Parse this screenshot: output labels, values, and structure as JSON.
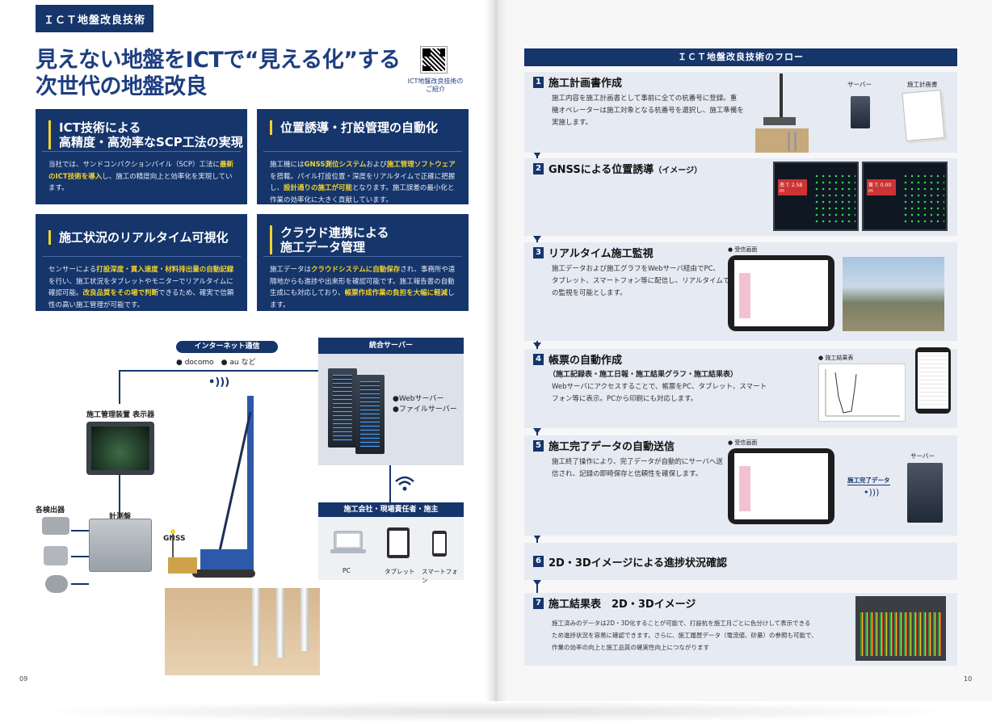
{
  "left": {
    "tag": "ＩＣＴ地盤改良技術",
    "headline": [
      "見えない地盤をICTで“見える化”する",
      "次世代の地盤改良"
    ],
    "qr_caption": [
      "ICT地盤改良技術の",
      "ご紹介"
    ],
    "boxes": [
      {
        "title": [
          "ICT技術による",
          "高精度・高効率なSCP工法の実現"
        ],
        "body": [
          [
            "当社では、サンドコンパクションパイル（SCP）工法に",
            ""
          ],
          [
            "最新のICT",
            "hl"
          ],
          [
            "技術を導入",
            "hl"
          ],
          [
            "し、施工の精度向上と効率化を実現しています。",
            ""
          ]
        ]
      },
      {
        "title": [
          "位置誘導・打設管理の自動化"
        ],
        "body": [
          [
            "施工機には",
            ""
          ],
          [
            "GNSS測位システム",
            "hl"
          ],
          [
            "および",
            ""
          ],
          [
            "施工管理ソフトウェア",
            "hl"
          ],
          [
            "を搭載。パイル打設位置・深度をリアルタイムで正確に把握し、",
            ""
          ],
          [
            "設計通りの施工が可能",
            "hl"
          ],
          [
            "となります。施工誤差の最小化と作業の効率化に大きく貢献しています。",
            ""
          ]
        ]
      },
      {
        "title": [
          "施工状況のリアルタイム可視化"
        ],
        "body": [
          [
            "センサーによる",
            ""
          ],
          [
            "打設深度・貫入速度・材料排出量の自動記録",
            "hl"
          ],
          [
            "を行い、施工状況をタブレットやモニターでリアルタイムに確認可能。",
            ""
          ],
          [
            "改良品質をその場で判断",
            "hl"
          ],
          [
            "できるため、確実で信頼性の高い施工管理が可能です。",
            ""
          ]
        ]
      },
      {
        "title": [
          "クラウド連携による",
          "施工データ管理"
        ],
        "body": [
          [
            "施工データは",
            ""
          ],
          [
            "クラウドシステムに自動保存",
            "hl"
          ],
          [
            "され、事務所や遠隔地からも進捗や出来形を確認可能です。施工報告書の自動生成にも対応しており、",
            ""
          ],
          [
            "帳票作成作業の負担を大幅に軽減",
            "hl"
          ],
          [
            "します。",
            ""
          ]
        ]
      }
    ],
    "diagram": {
      "internet_label": "インターネット通信",
      "carriers": "● docomo　● au など",
      "server_header": "統合サーバー",
      "server_items": [
        "●Webサーバー",
        "●ファイルサーバー"
      ],
      "display_label": "施工管理装置 表示器",
      "detectors_label": "各検出器",
      "meter_label": "計測盤",
      "gnss_label": "GNSS",
      "devices_header": "施工会社・現場責任者・施主",
      "devices": [
        "PC",
        "タブレット",
        "スマートフォン"
      ]
    },
    "page_number": "09"
  },
  "right": {
    "flow_header": "ＩＣＴ地盤改良技術のフロー",
    "steps": [
      {
        "num": "1",
        "title": "施工計画書作成",
        "desc": [
          "施工内容を施工計画書として事前に全ての杭番号に登録。重",
          "機オペレーターは施工対象となる杭番号を選択し、施工準備を",
          "実施します。"
        ],
        "labels": [
          "サーバー",
          "施工計画書"
        ]
      },
      {
        "num": "2",
        "title": "GNSSによる位置誘導",
        "title_small": "（イメージ）",
        "desc": [],
        "screens": [
          "南 T: 2.58 m",
          "東 T: 0.00 m"
        ]
      },
      {
        "num": "3",
        "title": "リアルタイム施工監視",
        "desc": [
          "施工データおよび施工グラフをWebサーバ経由でPC、",
          "タブレット、スマートフォン等に配信し、リアルタイムで",
          "の監視を可能とします。"
        ],
        "labels": [
          "● 受信画面"
        ]
      },
      {
        "num": "4",
        "title": "帳票の自動作成",
        "subtitle": "（施工記録表・施工日報・施工結果グラフ・施工結果表）",
        "desc": [
          "Webサーバにアクセスすることで、帳票をPC、タブレット、スマート",
          "フォン等に表示。PCから印刷にも対応します。"
        ],
        "labels": [
          "● 施工結果表"
        ]
      },
      {
        "num": "5",
        "title": "施工完了データの自動送信",
        "desc": [
          "施工終了操作により、完了データが自動的にサーバへ送",
          "信され、記録の即時保存と信頼性を確保します。"
        ],
        "labels": [
          "● 受信画面",
          "サーバー",
          "施工完了データ"
        ]
      },
      {
        "num": "6",
        "title": "2D・3Dイメージによる進捗状況確認",
        "desc": []
      },
      {
        "num": "7",
        "title": "施工結果表　2D・3Dイメージ",
        "desc": [
          "施工済みのデータは2D・3D化することが可能で、打設杭を施工月ごとに色分けして表示できる",
          "ため進捗状況を容易に確認できます。さらに、施工履歴データ（電流値、砂量）の参照も可能で、",
          "作業の効率の向上と施工品質の確実性向上につながります"
        ]
      }
    ],
    "page_number": "10"
  }
}
